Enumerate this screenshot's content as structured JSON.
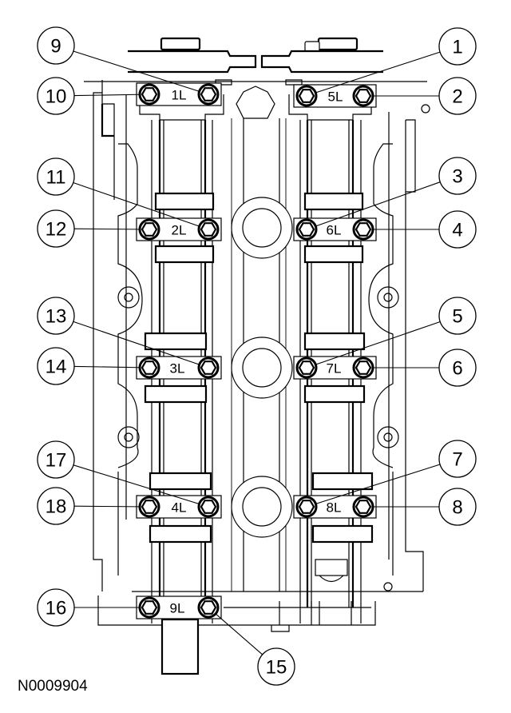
{
  "figure": {
    "id": "N0009904",
    "subject": "Cylinder head camshaft bearing cap bolt tightening sequence",
    "line_color": "#000000",
    "background_color": "#ffffff"
  },
  "bearing_caps": [
    {
      "id": "cap-1L",
      "label": "1L"
    },
    {
      "id": "cap-2L",
      "label": "2L"
    },
    {
      "id": "cap-3L",
      "label": "3L"
    },
    {
      "id": "cap-4L",
      "label": "4L"
    },
    {
      "id": "cap-5L",
      "label": "5L"
    },
    {
      "id": "cap-6L",
      "label": "6L"
    },
    {
      "id": "cap-7L",
      "label": "7L"
    },
    {
      "id": "cap-8L",
      "label": "8L"
    },
    {
      "id": "cap-9L",
      "label": "9L"
    }
  ],
  "callouts": [
    {
      "number": "1",
      "points_to": "5L inner bolt"
    },
    {
      "number": "2",
      "points_to": "5L outer bolt"
    },
    {
      "number": "3",
      "points_to": "6L inner bolt"
    },
    {
      "number": "4",
      "points_to": "6L outer bolt"
    },
    {
      "number": "5",
      "points_to": "7L inner bolt"
    },
    {
      "number": "6",
      "points_to": "7L outer bolt"
    },
    {
      "number": "7",
      "points_to": "8L inner bolt"
    },
    {
      "number": "8",
      "points_to": "8L outer bolt"
    },
    {
      "number": "9",
      "points_to": "1L inner bolt"
    },
    {
      "number": "10",
      "points_to": "1L outer bolt"
    },
    {
      "number": "11",
      "points_to": "2L inner bolt"
    },
    {
      "number": "12",
      "points_to": "2L outer bolt"
    },
    {
      "number": "13",
      "points_to": "3L inner bolt"
    },
    {
      "number": "14",
      "points_to": "3L outer bolt"
    },
    {
      "number": "15",
      "points_to": "9L inner bolt"
    },
    {
      "number": "16",
      "points_to": "9L outer bolt"
    },
    {
      "number": "17",
      "points_to": "4L inner bolt"
    },
    {
      "number": "18",
      "points_to": "4L outer bolt"
    }
  ]
}
